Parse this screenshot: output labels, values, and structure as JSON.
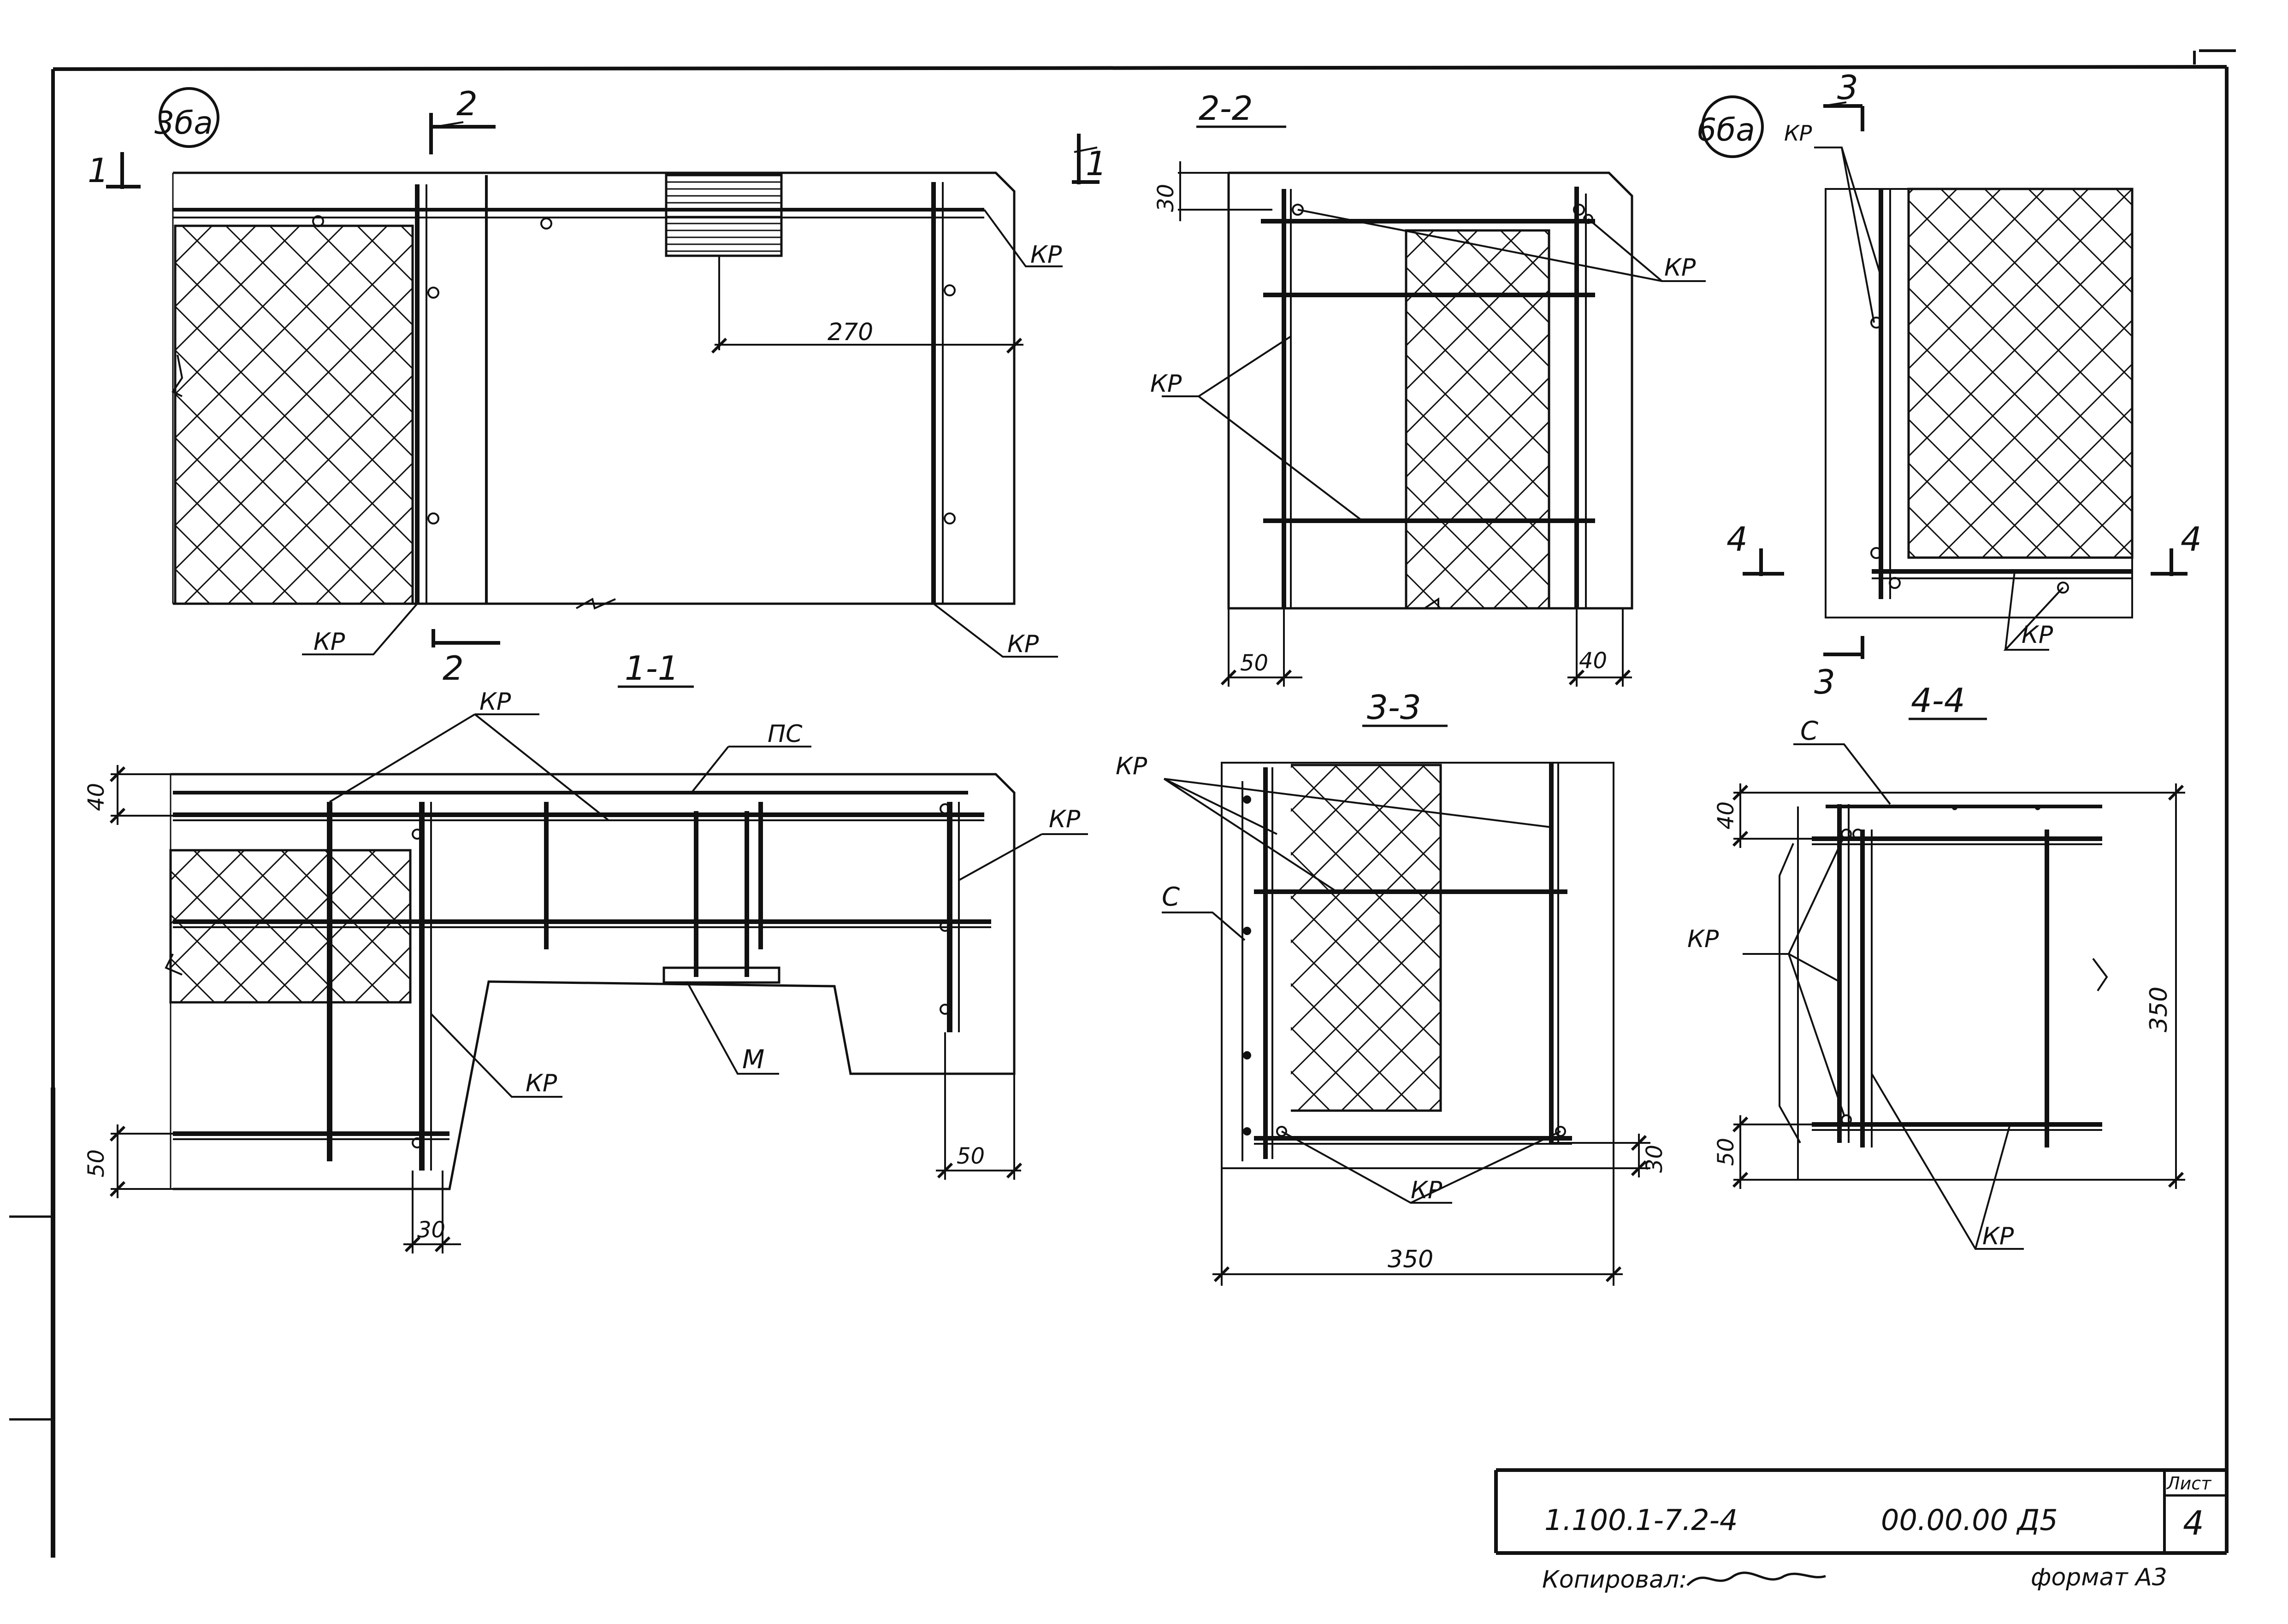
{
  "drawing": {
    "node_3ba": "3ба",
    "node_6ba": "6ба",
    "section_1_1": "1-1",
    "section_2_2": "2-2",
    "section_3_3": "3-3",
    "section_4_4": "4-4",
    "cut_1": "1",
    "cut_2": "2",
    "cut_3": "3",
    "cut_4": "4"
  },
  "labels": {
    "kr": "КР",
    "ps": "ПС",
    "s": "С",
    "m": "М"
  },
  "dimensions": {
    "d270": "270",
    "d50": "50",
    "d40": "40",
    "d30": "30",
    "d350": "350"
  },
  "title_block": {
    "doc_code": "1.100.1-7.2-4",
    "doc_number": "00.00.00 Д5",
    "sheet_label": "Лист",
    "sheet_number": "4",
    "copied_by": "Копировал:",
    "format": "формат А3"
  },
  "colors": {
    "ink": "#111111",
    "paper": "#ffffff"
  }
}
